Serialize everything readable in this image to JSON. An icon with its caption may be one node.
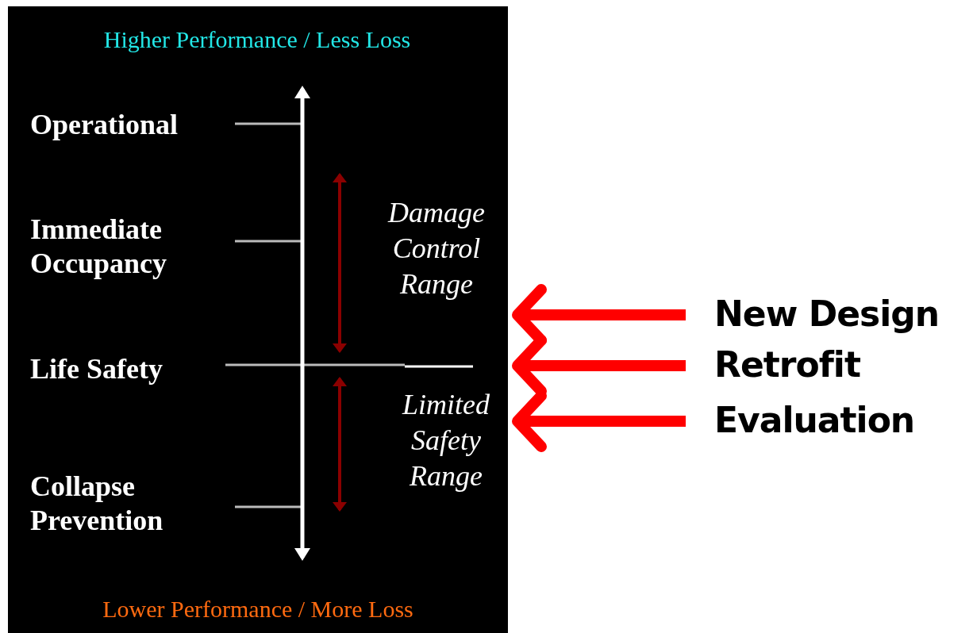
{
  "diagram": {
    "nodes": [
      {
        "text": [
          "New Design"
        ]
      },
      {
        "text": [
          "Retrofit"
        ]
      },
      {
        "text": [
          "Evaluation"
        ]
      }
    ],
    "edges": [
      {
        "from": 0,
        "to": null,
        "arrow": "to"
      },
      {
        "from": 1,
        "to": null,
        "arrow": "to"
      },
      {
        "from": 2,
        "to": null,
        "arrow": "to"
      }
    ],
    "labels": [
      "Higher Performance / Less Loss",
      "Operational",
      "Immediate Occupancy",
      "Damage Control Range",
      "Life Safety",
      "Limited Safety Range",
      "Collapse Prevention",
      "Lower Performance / More Loss"
    ]
  }
}
